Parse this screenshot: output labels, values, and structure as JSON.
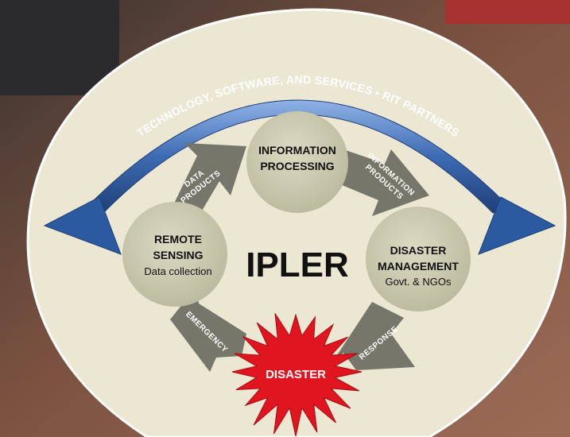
{
  "center_title": "IPLER",
  "banner": {
    "text": "TECHNOLOGY, SOFTWARE, AND SERVICES • RIT PARTNERS"
  },
  "nodes": {
    "information_processing": {
      "line1": "INFORMATION",
      "line2": "PROCESSING"
    },
    "remote_sensing": {
      "line1": "REMOTE",
      "line2": "SENSING",
      "sub": "Data collection"
    },
    "disaster_management": {
      "line1": "DISASTER",
      "line2": "MANAGEMENT",
      "sub": "Govt. & NGOs"
    },
    "disaster": {
      "label": "DISASTER"
    }
  },
  "flow_arrows": {
    "data_products": {
      "line1": "DATA",
      "line2": "PRODUCTS"
    },
    "information_products": {
      "line1": "INFORMATION",
      "line2": "PRODUCTS"
    },
    "response": {
      "label": "RESPONSE"
    },
    "emergency": {
      "label": "EMERGENCY"
    }
  },
  "colors": {
    "background_oval": "#ece7d3",
    "node_fill": "#cccab0",
    "flow_arrow": "#76766a",
    "banner_arc": "#3d6bb3",
    "disaster_burst": "#e1151f"
  }
}
